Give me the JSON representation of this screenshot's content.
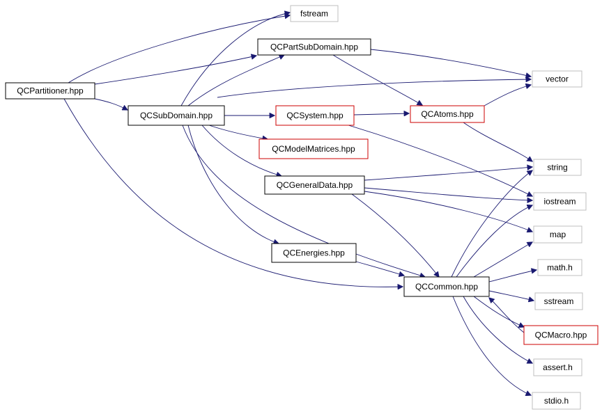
{
  "colors": {
    "edge": "#191970",
    "root_fill": "#000000",
    "root_text": "#ffffff",
    "documented_border": "#000000",
    "undocumented_border": "#cc0000",
    "external_border": "#bfbfbf"
  },
  "nodes": {
    "qcpartitioner": {
      "label": "QCPartitioner.hpp",
      "kind": "root"
    },
    "fstream": {
      "label": "fstream",
      "kind": "external"
    },
    "qcpartsubdomain": {
      "label": "QCPartSubDomain.hpp",
      "kind": "documented"
    },
    "vector": {
      "label": "vector",
      "kind": "external"
    },
    "qcsubdomain": {
      "label": "QCSubDomain.hpp",
      "kind": "documented"
    },
    "qcsystem": {
      "label": "QCSystem.hpp",
      "kind": "undocumented"
    },
    "qcatoms": {
      "label": "QCAtoms.hpp",
      "kind": "undocumented"
    },
    "qcmodelmatrices": {
      "label": "QCModelMatrices.hpp",
      "kind": "undocumented"
    },
    "string": {
      "label": "string",
      "kind": "external"
    },
    "qcgeneraldata": {
      "label": "QCGeneralData.hpp",
      "kind": "documented"
    },
    "iostream": {
      "label": "iostream",
      "kind": "external"
    },
    "map": {
      "label": "map",
      "kind": "external"
    },
    "qcenergies": {
      "label": "QCEnergies.hpp",
      "kind": "documented"
    },
    "mathh": {
      "label": "math.h",
      "kind": "external"
    },
    "qccommon": {
      "label": "QCCommon.hpp",
      "kind": "documented"
    },
    "sstream": {
      "label": "sstream",
      "kind": "external"
    },
    "qcmacro": {
      "label": "QCMacro.hpp",
      "kind": "undocumented"
    },
    "asserth": {
      "label": "assert.h",
      "kind": "external"
    },
    "stdioh": {
      "label": "stdio.h",
      "kind": "external"
    }
  },
  "edges": [
    [
      "qcpartitioner",
      "fstream"
    ],
    [
      "qcpartitioner",
      "qcpartsubdomain"
    ],
    [
      "qcpartitioner",
      "vector"
    ],
    [
      "qcpartitioner",
      "qcsubdomain"
    ],
    [
      "qcpartitioner",
      "qccommon"
    ],
    [
      "qcpartsubdomain",
      "vector"
    ],
    [
      "qcpartsubdomain",
      "qcatoms"
    ],
    [
      "qcsubdomain",
      "fstream"
    ],
    [
      "qcsubdomain",
      "qcpartsubdomain"
    ],
    [
      "qcsubdomain",
      "qcsystem"
    ],
    [
      "qcsubdomain",
      "qcmodelmatrices"
    ],
    [
      "qcsubdomain",
      "qcgeneraldata"
    ],
    [
      "qcsubdomain",
      "qcenergies"
    ],
    [
      "qcsubdomain",
      "qccommon"
    ],
    [
      "qcsystem",
      "qcatoms"
    ],
    [
      "qcsystem",
      "iostream"
    ],
    [
      "qcatoms",
      "vector"
    ],
    [
      "qcatoms",
      "string"
    ],
    [
      "qcgeneraldata",
      "string"
    ],
    [
      "qcgeneraldata",
      "iostream"
    ],
    [
      "qcgeneraldata",
      "map"
    ],
    [
      "qcgeneraldata",
      "qccommon"
    ],
    [
      "qcenergies",
      "qccommon"
    ],
    [
      "qccommon",
      "string"
    ],
    [
      "qccommon",
      "iostream"
    ],
    [
      "qccommon",
      "map"
    ],
    [
      "qccommon",
      "mathh"
    ],
    [
      "qccommon",
      "sstream"
    ],
    [
      "qccommon",
      "qcmacro"
    ],
    [
      "qccommon",
      "asserth"
    ],
    [
      "qccommon",
      "stdioh"
    ],
    [
      "qcmacro",
      "qccommon"
    ]
  ]
}
